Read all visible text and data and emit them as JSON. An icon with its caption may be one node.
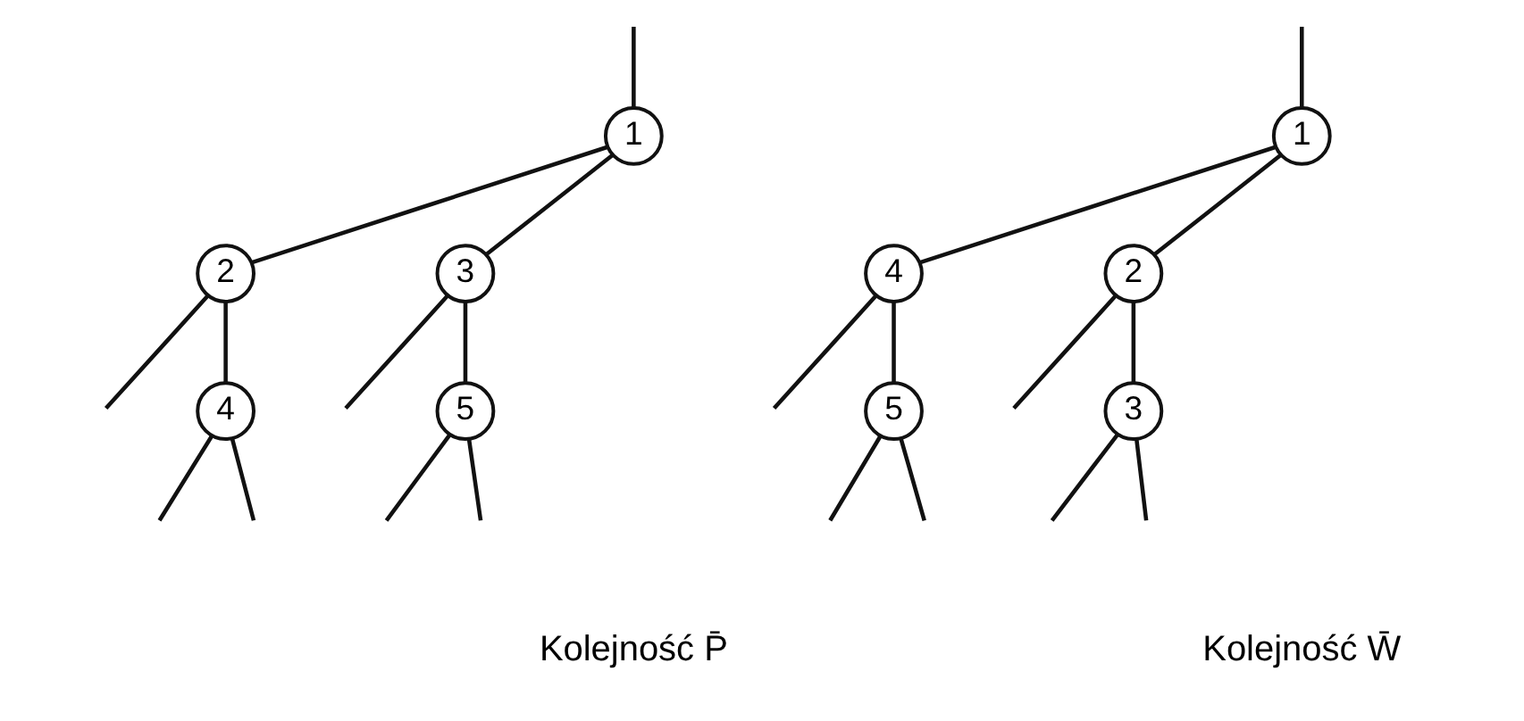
{
  "diagram": {
    "nodes": [
      {
        "text": [
          "1"
        ]
      },
      {
        "text": [
          "2"
        ]
      },
      {
        "text": [
          "3"
        ]
      },
      {
        "text": [
          "4"
        ]
      },
      {
        "text": [
          "5"
        ]
      },
      {
        "text": [
          "1"
        ]
      },
      {
        "text": [
          "4"
        ]
      },
      {
        "text": [
          "2"
        ]
      },
      {
        "text": [
          "5"
        ]
      },
      {
        "text": [
          "3"
        ]
      }
    ],
    "edges": [
      {
        "from": null,
        "to": 0,
        "arrow": "none"
      },
      {
        "from": 0,
        "to": 1,
        "arrow": "none"
      },
      {
        "from": 0,
        "to": 2,
        "arrow": "none"
      },
      {
        "from": 1,
        "to": null,
        "arrow": "none"
      },
      {
        "from": 1,
        "to": 3,
        "arrow": "none"
      },
      {
        "from": 3,
        "to": null,
        "arrow": "none"
      },
      {
        "from": 3,
        "to": null,
        "arrow": "none"
      },
      {
        "from": 2,
        "to": null,
        "arrow": "none"
      },
      {
        "from": 2,
        "to": 4,
        "arrow": "none"
      },
      {
        "from": 4,
        "to": null,
        "arrow": "none"
      },
      {
        "from": 4,
        "to": null,
        "arrow": "none"
      },
      {
        "from": null,
        "to": 5,
        "arrow": "none"
      },
      {
        "from": 5,
        "to": 6,
        "arrow": "none"
      },
      {
        "from": 5,
        "to": 7,
        "arrow": "none"
      },
      {
        "from": 6,
        "to": null,
        "arrow": "none"
      },
      {
        "from": 6,
        "to": 8,
        "arrow": "none"
      },
      {
        "from": 8,
        "to": null,
        "arrow": "none"
      },
      {
        "from": 8,
        "to": null,
        "arrow": "none"
      },
      {
        "from": 7,
        "to": null,
        "arrow": "none"
      },
      {
        "from": 7,
        "to": 9,
        "arrow": "none"
      },
      {
        "from": 9,
        "to": null,
        "arrow": "none"
      },
      {
        "from": 9,
        "to": null,
        "arrow": "none"
      }
    ],
    "labels": [
      "Kolejność P̄",
      "Kolejność W̄"
    ]
  }
}
